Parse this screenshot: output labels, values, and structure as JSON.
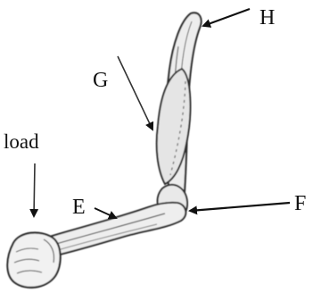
{
  "labels": {
    "h": "H",
    "g": "G",
    "load": "load",
    "e": "E",
    "f": "F"
  },
  "colors": {
    "outline": "#2f2f2f",
    "fill": "#ededed",
    "shade": "#cfcfcf",
    "text": "#111111"
  }
}
